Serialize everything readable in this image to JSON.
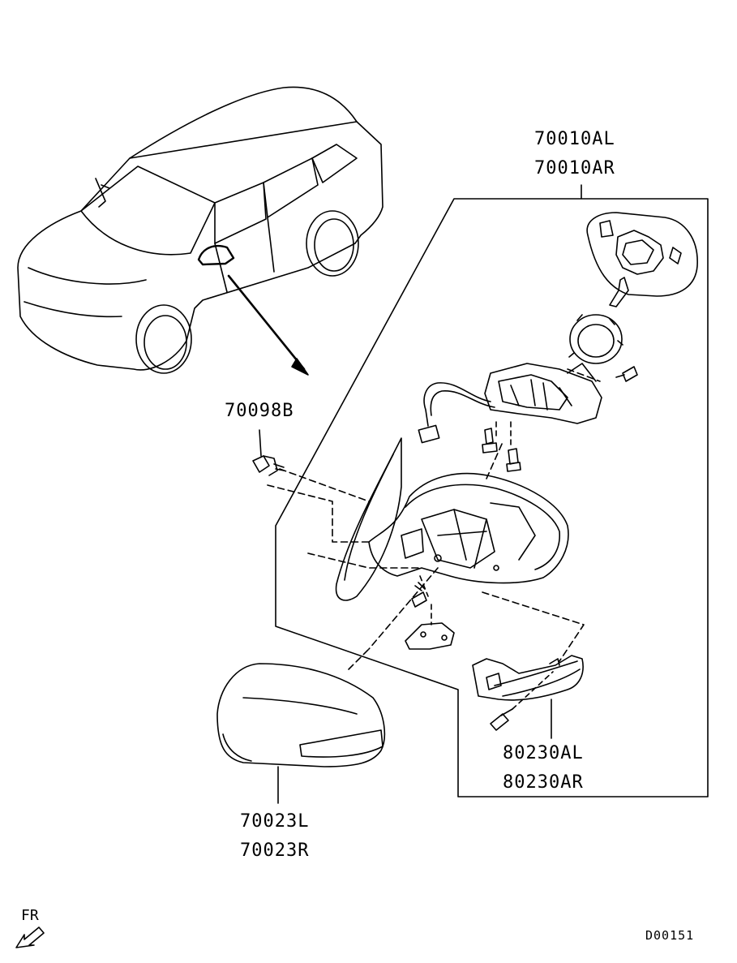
{
  "labels": {
    "mirror_assembly": [
      "70010AL",
      "70010AR"
    ],
    "screw": [
      "70098B"
    ],
    "cover": [
      "70023L",
      "70023R"
    ],
    "turn_lamp": [
      "80230AL",
      "80230AR"
    ]
  },
  "orientation": "FR",
  "diagram_code": "D00151"
}
